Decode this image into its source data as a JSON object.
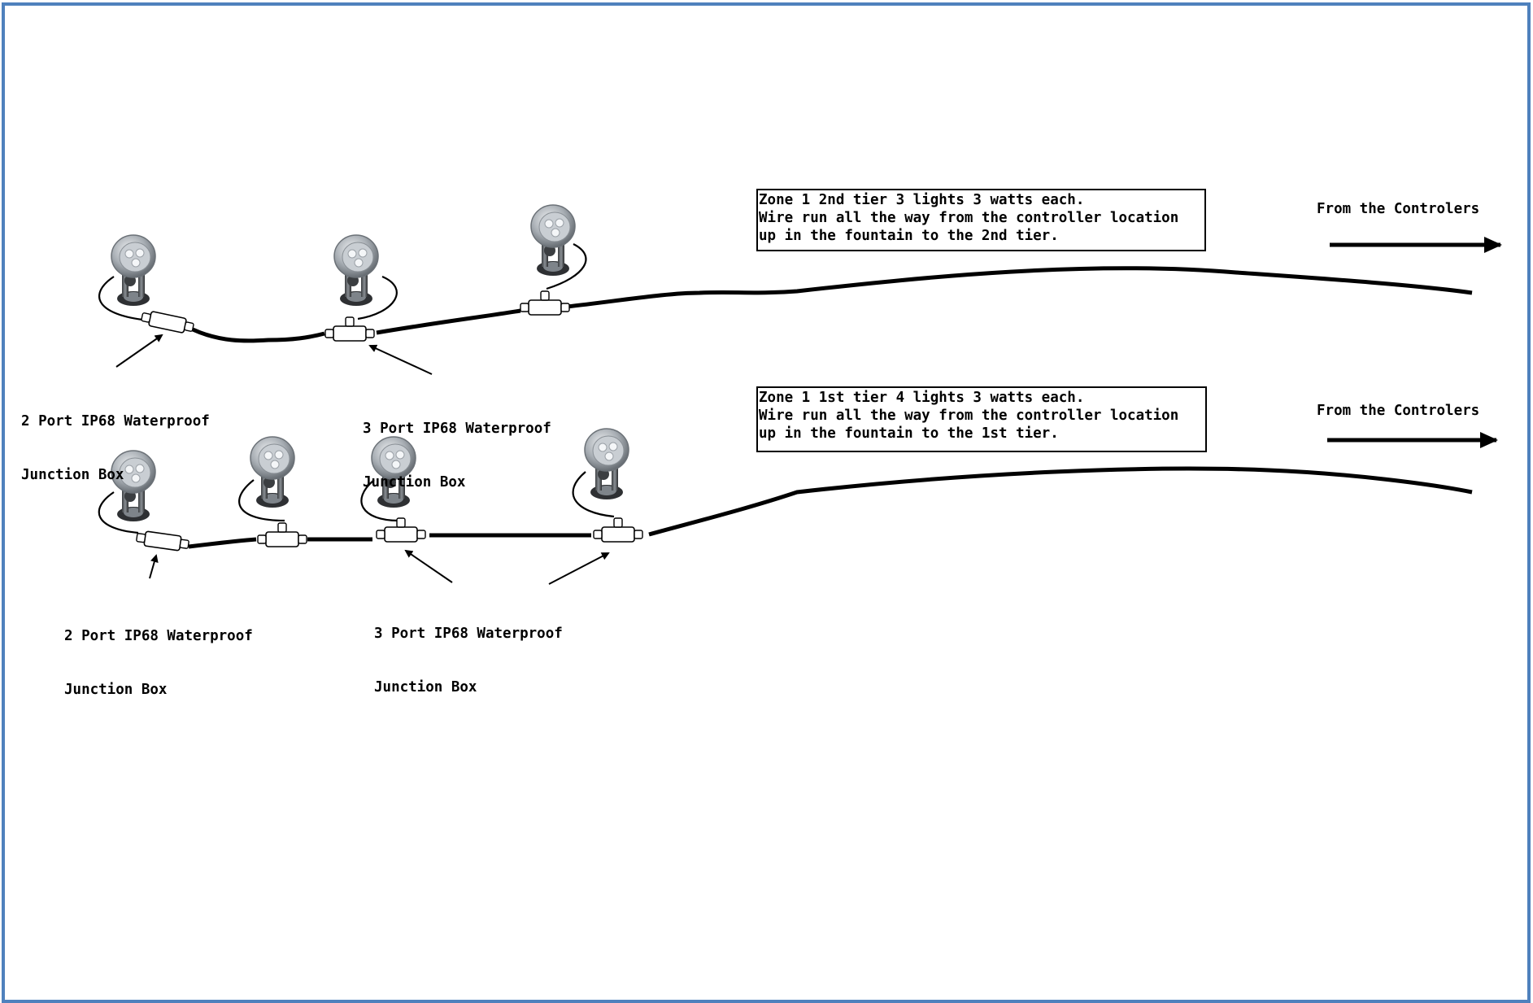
{
  "zones": [
    {
      "name": "tier-2",
      "box_lines": [
        "Zone 1 2nd tier 3 lights 3 watts each.",
        "Wire run all the way from the controller location",
        "up in the fountain to the 2nd tier."
      ],
      "source_label": "From the Controlers",
      "callouts": [
        {
          "line1": "2 Port IP68 Waterproof",
          "line2": "Junction Box"
        },
        {
          "line1": "3 Port IP68 Waterproof",
          "line2": "Junction Box"
        }
      ]
    },
    {
      "name": "tier-1",
      "box_lines": [
        "Zone 1 1st tier 4 lights 3 watts each.",
        "Wire run all the way from the controller location",
        "up in the fountain to the 1st tier."
      ],
      "source_label": "From the Controlers",
      "callouts": [
        {
          "line1": "2 Port IP68 Waterproof",
          "line2": "Junction Box"
        },
        {
          "line1": "3 Port IP68 Waterproof",
          "line2": "Junction Box"
        }
      ]
    }
  ],
  "colors": {
    "frame": "#4f81bd",
    "wire": "#000000",
    "fixture": "#9aa0a6"
  },
  "icons": [
    "led-spotlight-icon",
    "junction-box-icon",
    "arrow-icon"
  ]
}
